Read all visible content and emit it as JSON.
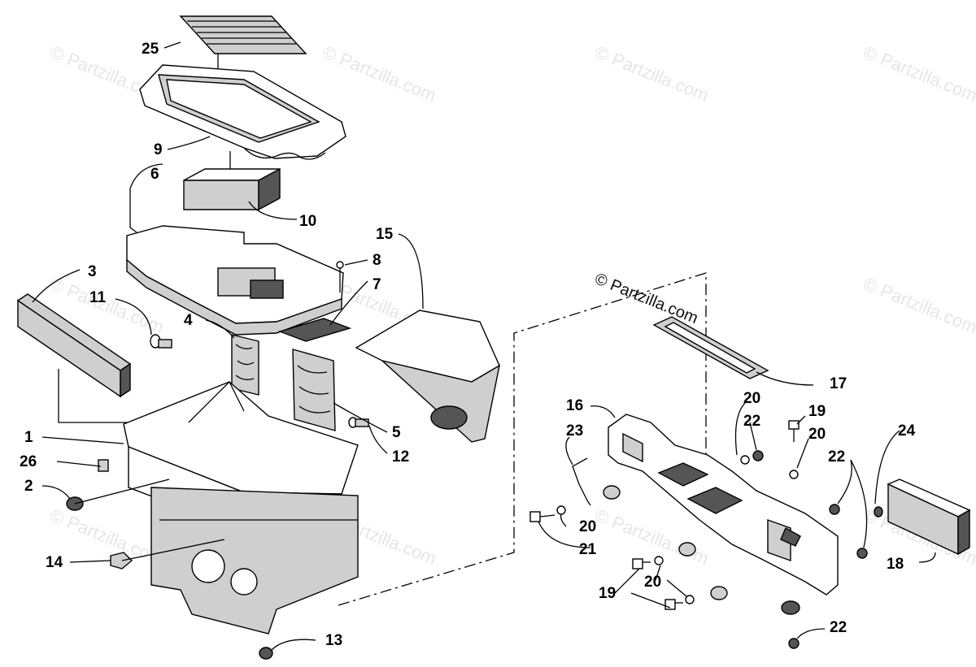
{
  "watermark": {
    "text": "© Partzilla.com",
    "prominent_text": "© Partzilla.com"
  },
  "callouts": [
    {
      "id": "c1",
      "number": "1"
    },
    {
      "id": "c2",
      "number": "2"
    },
    {
      "id": "c3",
      "number": "3"
    },
    {
      "id": "c4",
      "number": "4"
    },
    {
      "id": "c5",
      "number": "5"
    },
    {
      "id": "c6",
      "number": "6"
    },
    {
      "id": "c7",
      "number": "7"
    },
    {
      "id": "c8",
      "number": "8"
    },
    {
      "id": "c9",
      "number": "9"
    },
    {
      "id": "c10",
      "number": "10"
    },
    {
      "id": "c11",
      "number": "11"
    },
    {
      "id": "c12",
      "number": "12"
    },
    {
      "id": "c13",
      "number": "13"
    },
    {
      "id": "c14",
      "number": "14"
    },
    {
      "id": "c15",
      "number": "15"
    },
    {
      "id": "c16",
      "number": "16"
    },
    {
      "id": "c17",
      "number": "17"
    },
    {
      "id": "c18",
      "number": "18"
    },
    {
      "id": "c19a",
      "number": "19"
    },
    {
      "id": "c19b",
      "number": "19"
    },
    {
      "id": "c20a",
      "number": "20"
    },
    {
      "id": "c20b",
      "number": "20"
    },
    {
      "id": "c20c",
      "number": "20"
    },
    {
      "id": "c20d",
      "number": "20"
    },
    {
      "id": "c21",
      "number": "21"
    },
    {
      "id": "c22a",
      "number": "22"
    },
    {
      "id": "c22b",
      "number": "22"
    },
    {
      "id": "c22c",
      "number": "22"
    },
    {
      "id": "c23",
      "number": "23"
    },
    {
      "id": "c24",
      "number": "24"
    },
    {
      "id": "c25",
      "number": "25"
    },
    {
      "id": "c26",
      "number": "26"
    }
  ]
}
